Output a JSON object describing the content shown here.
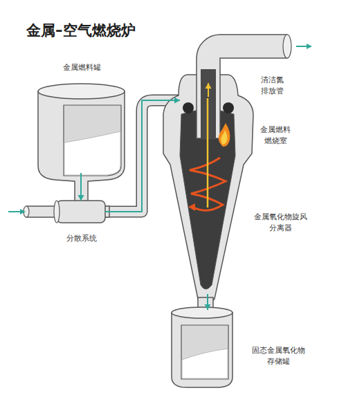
{
  "diagram": {
    "title": "金属–空气燃烧炉",
    "nodes": [
      {
        "text": [
          "金属燃料罐"
        ]
      },
      {
        "text": [
          "清洁氮 排放管"
        ]
      },
      {
        "text": [
          "金属燃料 燃烧室"
        ]
      },
      {
        "text": [
          "分散系统"
        ]
      },
      {
        "text": [
          "金属氧化物旋风 分离器"
        ]
      },
      {
        "text": [
          "固态金属氧化物 存储罐"
        ]
      }
    ],
    "edges": [
      {
        "from": 0,
        "to": 3,
        "arrow": "to"
      },
      {
        "from": 3,
        "to": 2,
        "arrow": "to"
      },
      {
        "from": 2,
        "to": 1,
        "arrow": "to"
      },
      {
        "from": 4,
        "to": 5,
        "arrow": "to"
      }
    ]
  }
}
